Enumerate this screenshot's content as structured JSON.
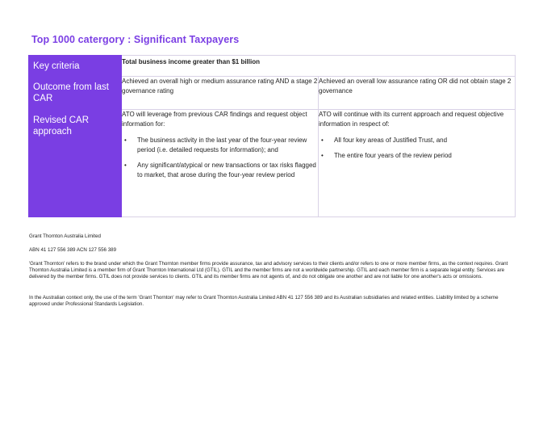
{
  "title": "Top 1000 catergory : Significant Taxpayers",
  "table": {
    "rows": [
      {
        "label": "Key criteria",
        "cell": "Total business income greater than $1 billion"
      },
      {
        "label": "Outcome from last CAR",
        "left": "Achieved an overall high or medium assurance rating AND a stage 2 governance rating",
        "right": "Achieved an overall low assurance rating OR did not obtain stage 2 governance"
      },
      {
        "label": "Revised CAR approach",
        "left_intro": "ATO will leverage from previous CAR findings and request object information for:",
        "left_bullets": [
          "The business activity in the last year of the four-year review period (i.e. detailed requests for information); and",
          "Any significant/atypical or new transactions or tax risks flagged to market, that arose during the four-year review period"
        ],
        "right_intro": "ATO will continue with its current approach and request objective information in respect of:",
        "right_bullets": [
          "All four key areas of Justified Trust, and",
          "The entire four years of the review period"
        ]
      }
    ]
  },
  "footer": {
    "company": "Grant Thornton Australia Limited",
    "abn": "ABN 41 127 556 389 ACN 127 556 389",
    "para1": "'Grant Thornton' refers to the brand under which the Grant Thornton member firms provide assurance, tax and advisory services to their clients and/or refers to one or more member firms, as the context requires. Grant Thornton Australia Limited is a member firm of Grant Thornton International Ltd (GTIL). GTIL and the member firms are not a worldwide partnership. GTIL and each member firm is a separate legal entity. Services are delivered by the member firms. GTIL does not provide services to clients. GTIL and its member firms are not agents of, and do not obligate one another and are not liable for one another's acts or omissions.",
    "para2": "In the Australian context only, the use of the term 'Grant Thornton' may refer to Grant Thornton Australia Limited ABN 41 127 556 389 and its Australian subsidiaries and related entities. Liability limited by a scheme approved under Professional Standards Legislation."
  },
  "colors": {
    "accent": "#7a3ee3",
    "title": "#7b3fe4",
    "border": "#d9d2e6"
  },
  "icons": {
    "bullet": "•"
  }
}
